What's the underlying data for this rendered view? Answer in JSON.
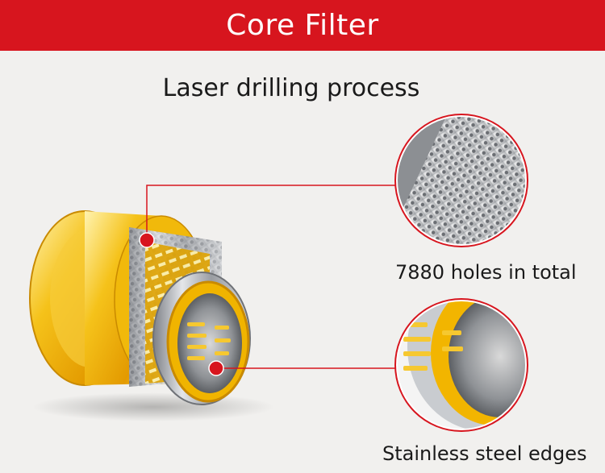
{
  "banner": {
    "title": "Core Filter",
    "color": "#d7151e"
  },
  "subtitle": "Laser drilling process",
  "callouts": [
    {
      "label": "7880 holes in total"
    },
    {
      "label": "Stainless steel edges"
    }
  ],
  "colors": {
    "background": "#f1f0ee",
    "accent": "#d7151e",
    "plastic": "#f3b600",
    "steel": "#b9bcc0"
  }
}
